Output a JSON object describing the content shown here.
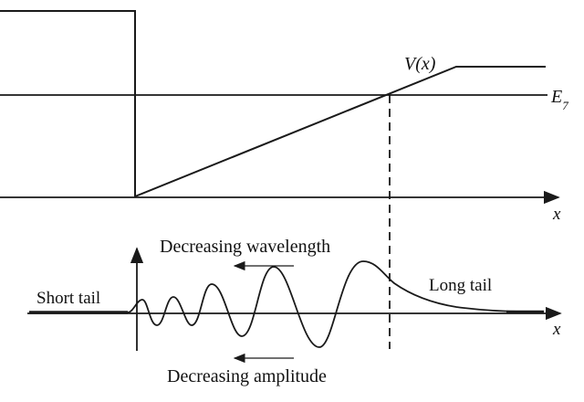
{
  "potential": {
    "label": "V(x)",
    "energy_label": "E",
    "energy_subscript": "7",
    "axis_label": "x"
  },
  "wavefunction": {
    "axis_label": "x",
    "left_annotation": "Short tail",
    "right_annotation": "Long tail",
    "top_annotation": "Decreasing wavelength",
    "bottom_annotation": "Decreasing amplitude"
  }
}
